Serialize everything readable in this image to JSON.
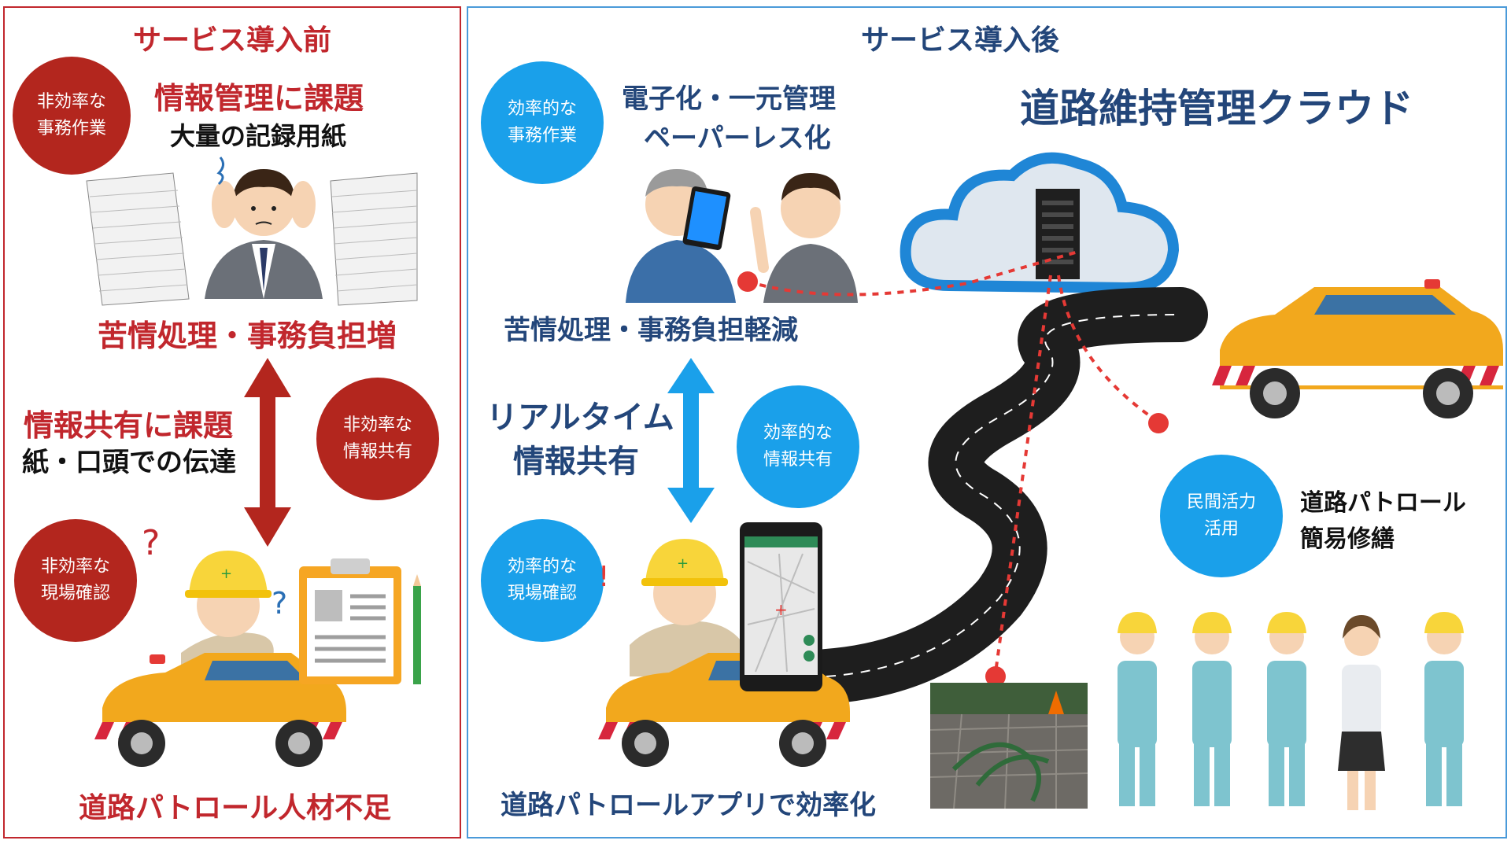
{
  "before": {
    "title": "サービス導入前",
    "circle_office": [
      "非効率な",
      "事務作業"
    ],
    "heading_info": "情報管理に課題",
    "sub_paper": "大量の記録用紙",
    "complaint": "苦情処理・事務負担増",
    "heading_share": "情報共有に課題",
    "sub_share": "紙・口頭での伝達",
    "circle_share": [
      "非効率な",
      "情報共有"
    ],
    "circle_site": [
      "非効率な",
      "現場確認"
    ],
    "bottom": "道路パトロール人材不足"
  },
  "after": {
    "title": "サービス導入後",
    "circle_office": [
      "効率的な",
      "事務作業"
    ],
    "heading_digital_1": "電子化・一元管理",
    "heading_digital_2": "ペーパーレス化",
    "cloud_title": "道路維持管理クラウド",
    "complaint": "苦情処理・事務負担軽減",
    "realtime_1": "リアルタイム",
    "realtime_2": "情報共有",
    "circle_share": [
      "効率的な",
      "情報共有"
    ],
    "circle_site": [
      "効率的な",
      "現場確認"
    ],
    "circle_private": [
      "民間活力",
      "活用"
    ],
    "patrol_1": "道路パトロール",
    "patrol_2": "簡易修繕",
    "bottom": "道路パトロールアプリで効率化"
  },
  "colors": {
    "red": "#c1272d",
    "blue": "#1aa0ea",
    "navy": "#23467a",
    "car": "#f2a81d"
  },
  "icons": [
    "paper-stack-icon",
    "worried-man-icon",
    "clipboard-icon",
    "pencil-icon",
    "patrol-car-icon",
    "cloud-icon",
    "server-icon",
    "tablet-man-icon",
    "pointing-man-icon",
    "road-icon",
    "smartphone-map-icon",
    "worker-group-icon",
    "damaged-road-photo-icon"
  ]
}
